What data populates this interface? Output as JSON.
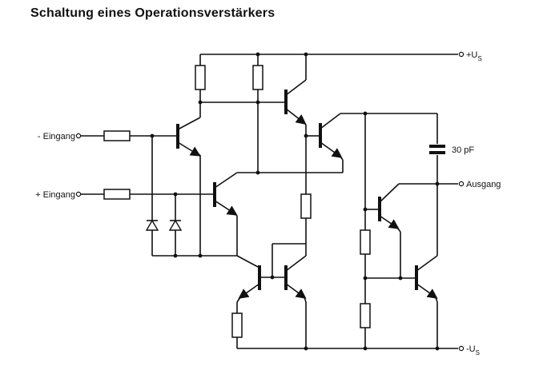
{
  "title": "Schaltung eines Operationsverstärkers",
  "labels": {
    "minus_input": "- Eingang",
    "plus_input": "+ Eingang",
    "output": "Ausgang",
    "supply_pos": "+U",
    "supply_neg": "-U",
    "supply_sub": "S",
    "capacitor": "30 pF"
  }
}
